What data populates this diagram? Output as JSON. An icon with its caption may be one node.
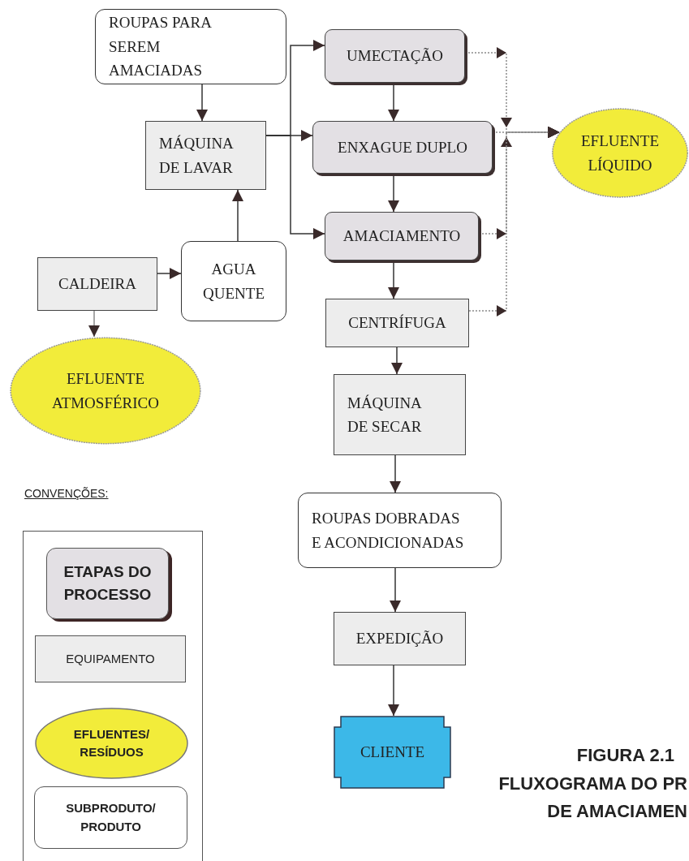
{
  "diagram": {
    "nodes": [
      {
        "text": [
          "ROUPAS PARA SEREM AMACIADAS"
        ]
      },
      {
        "text": [
          "MÁQUINA DE LAVAR"
        ]
      },
      {
        "text": [
          "UMECTAÇÃO"
        ]
      },
      {
        "text": [
          "ENXAGUE DUPLO"
        ]
      },
      {
        "text": [
          "AMACIAMENTO"
        ]
      },
      {
        "text": [
          "CENTRÍFUGA"
        ]
      },
      {
        "text": [
          "EFLUENTE LÍQUIDO"
        ]
      },
      {
        "text": [
          "CALDEIRA"
        ]
      },
      {
        "text": [
          "AGUA QUENTE"
        ]
      },
      {
        "text": [
          "EFLUENTE ATMOSFÉRICO"
        ]
      },
      {
        "text": [
          "MÁQUINA DE SECAR"
        ]
      },
      {
        "text": [
          "ROUPAS DOBRADAS E ACONDICIONADAS"
        ]
      },
      {
        "text": [
          "EXPEDIÇÃO"
        ]
      },
      {
        "text": [
          "CLIENTE"
        ]
      }
    ],
    "edges": [
      {
        "from": 0,
        "to": 1,
        "arrow": "to"
      },
      {
        "from": 1,
        "to": 2,
        "arrow": "to"
      },
      {
        "from": 1,
        "to": 4,
        "arrow": "to"
      },
      {
        "from": 1,
        "to": 3,
        "arrow": "to"
      },
      {
        "from": 2,
        "to": 3,
        "arrow": "to"
      },
      {
        "from": 3,
        "to": 4,
        "arrow": "to"
      },
      {
        "from": 4,
        "to": 5,
        "arrow": "to"
      },
      {
        "from": 5,
        "to": 10,
        "arrow": "to"
      },
      {
        "from": 10,
        "to": 11,
        "arrow": "to"
      },
      {
        "from": 11,
        "to": 12,
        "arrow": "to"
      },
      {
        "from": 12,
        "to": 13,
        "arrow": "to"
      },
      {
        "from": 8,
        "to": 1,
        "arrow": "to"
      },
      {
        "from": 7,
        "to": 8,
        "arrow": "to"
      },
      {
        "from": 7,
        "to": 9,
        "arrow": "to",
        "color": "#8a8a8a"
      },
      {
        "from": 2,
        "to": 6,
        "arrow": "to",
        "style": "dashed",
        "color": "#8a8a8a"
      },
      {
        "from": 3,
        "to": 6,
        "arrow": "to",
        "style": "dashed",
        "color": "#8a8a8a"
      },
      {
        "from": 4,
        "to": 6,
        "arrow": "to",
        "style": "dashed",
        "color": "#8a8a8a"
      },
      {
        "from": 5,
        "to": 6,
        "arrow": "to",
        "style": "dashed",
        "color": "#8a8a8a"
      }
    ],
    "labels": [
      "CONVENÇÕES:",
      "FIGURA 2.1",
      "FLUXOGRAMA DO PR",
      "DE AMACIAMEN"
    ],
    "legend": [
      {
        "text": "ETAPAS DO PROCESSO",
        "color": "#e3e0e4"
      },
      {
        "text": "EQUIPAMENTO",
        "color": "#ededed"
      },
      {
        "text": "EFLUENTES/ RESÍDUOS",
        "color": "#f2ec3a"
      },
      {
        "text": "SUBPRODUTO/ PRODUTO",
        "color": "#ffffff"
      }
    ]
  }
}
